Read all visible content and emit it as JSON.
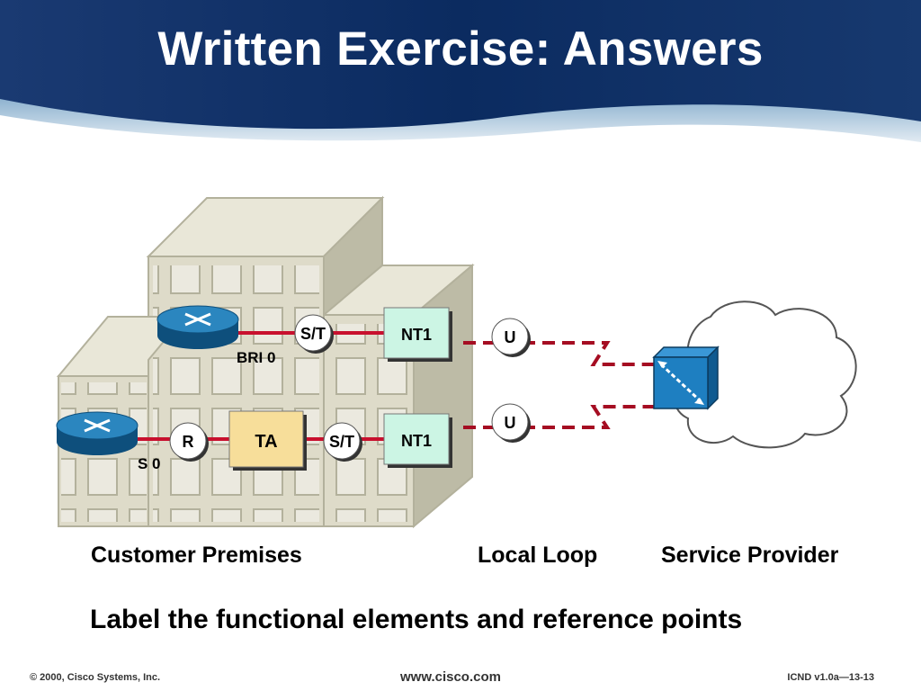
{
  "title": "Written Exercise: Answers",
  "diagram": {
    "labels": {
      "bri0": "BRI 0",
      "s0": "S 0",
      "st_top": "S/T",
      "st_bottom": "S/T",
      "r": "R",
      "ta": "TA",
      "nt1_top": "NT1",
      "nt1_bottom": "NT1",
      "u_top": "U",
      "u_bottom": "U"
    }
  },
  "captions": {
    "customer": "Customer Premises",
    "loop": "Local Loop",
    "provider": "Service Provider"
  },
  "instruction": "Label the functional elements and reference points",
  "footer": {
    "copyright": "© 2000, Cisco Systems, Inc.",
    "url": "www.cisco.com",
    "course": "ICND v1.0a—13-13"
  },
  "colors": {
    "banner_dark": "#0d2d63",
    "banner_light": "#c9dbe9",
    "link_red": "#c8102e",
    "dashed_red": "#a50d22",
    "nt1_fill": "#ccf5e4",
    "ta_fill": "#f7de9a",
    "router_blue": "#1a6a9e",
    "switch_blue": "#1e7fc1",
    "building_fill": "#dedbc9"
  },
  "icons": [
    "router-icon",
    "isdn-switch-icon",
    "cloud-icon",
    "building-icon"
  ]
}
